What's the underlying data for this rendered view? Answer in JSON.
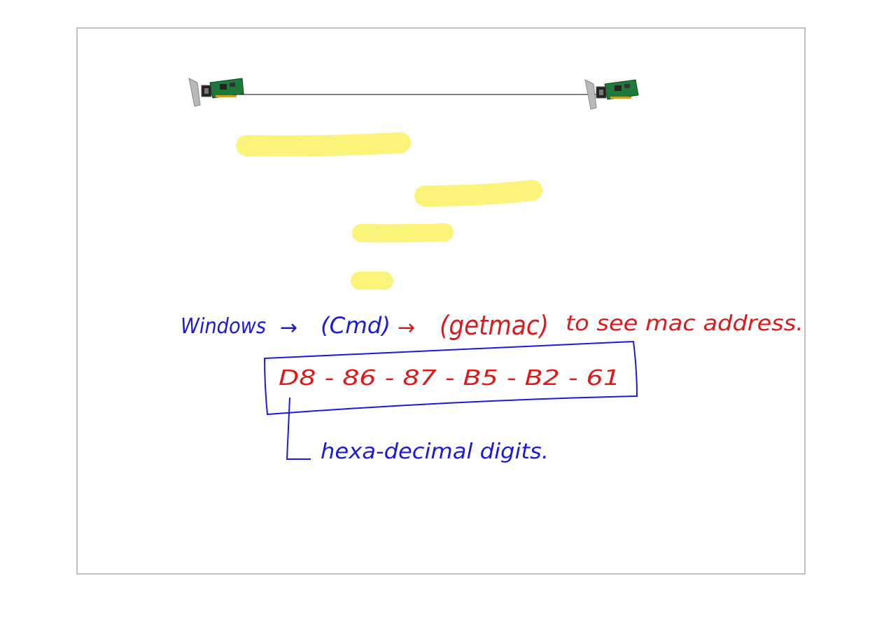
{
  "colors": {
    "highlighter": "#fbf37a",
    "ink_blue": "#1a1adf",
    "ink_red": "#e01818",
    "cable": "#000000",
    "slide_border": "#c0c0c0"
  },
  "icons": {
    "left_device": "network-card-icon",
    "right_device": "network-card-icon"
  },
  "notes": {
    "windows": "Windows",
    "arrow_1": "→",
    "cmd": "(Cmd)",
    "arrow_2": "→",
    "getmac": "(getmac)",
    "purpose": "to see mac address.",
    "mac_address": "D8 - 86 - 87 - B5 - B2 - 61",
    "digits_note": "hexa-decimal digits."
  }
}
